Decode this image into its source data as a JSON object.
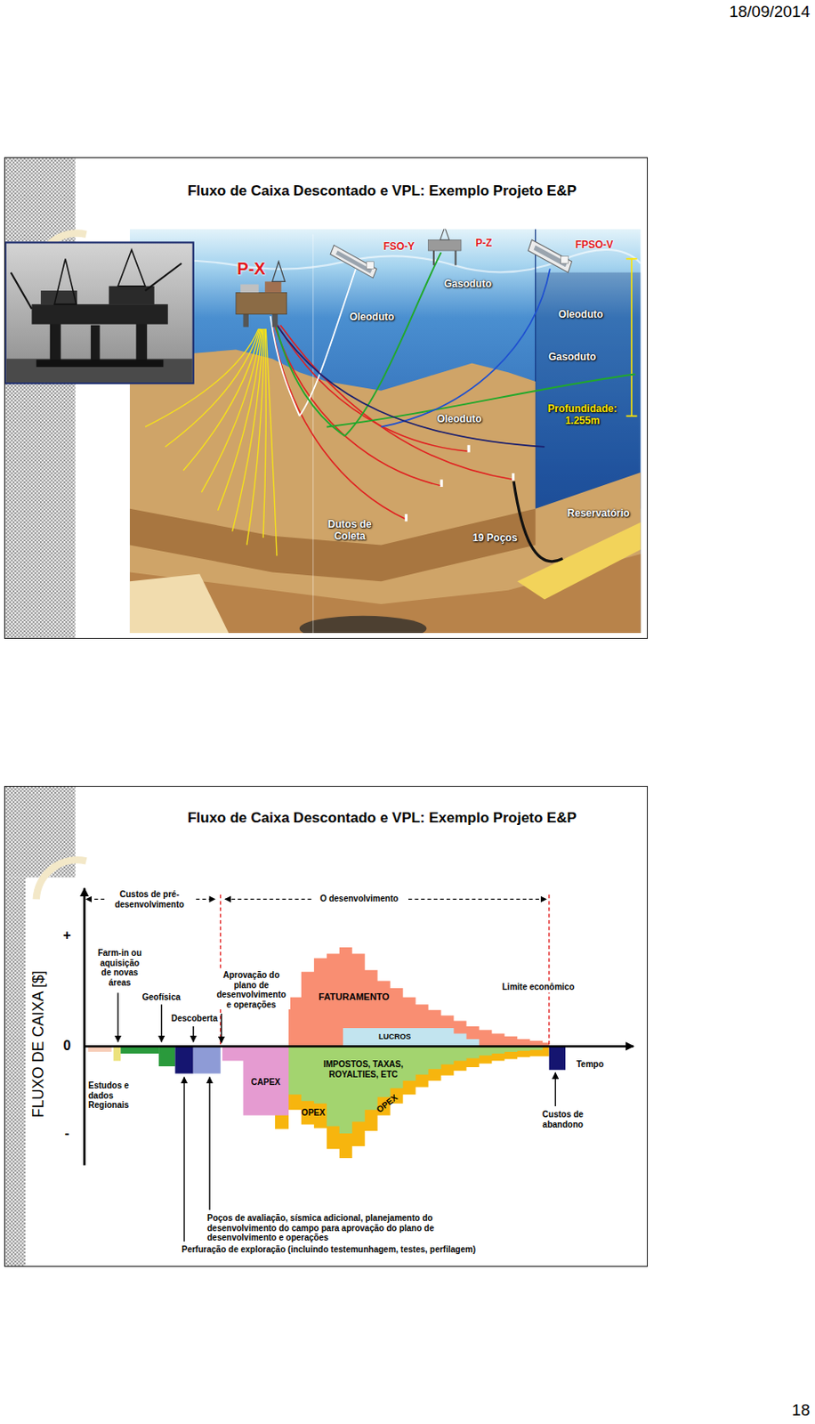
{
  "diagram": {
    "nodes": [
      {
        "text": [
          "Fluxo de Caixa Descontado e VPL: Exemplo Projeto E&P"
        ]
      },
      {
        "text": [
          "Fluxo de Caixa Descontado e VPL: Exemplo Projeto E&P"
        ]
      }
    ],
    "labels": [
      "18/09/2014",
      "P-X",
      "FSO-Y",
      "P-Z",
      "FPSO-V",
      "Gasoduto",
      "Oleoduto",
      "Oleoduto",
      "Gasoduto",
      "Profundidade: 1.255m",
      "Oleoduto",
      "Dutos de Coleta",
      "19 Poços",
      "Reservatório",
      "Custos de pré-desenvolvimento",
      "O desenvolvimento",
      "FLUXO DE CAIXA [$]",
      "+",
      "0",
      "-",
      "Farm-in ou aquisição de novas áreas",
      "Geofísica",
      "Descoberta",
      "Aprovação do plano de desenvolvimento e operações",
      "FATURAMENTO",
      "Limite econômico",
      "LUCROS",
      "IMPOSTOS, TAXAS, ROYALTIES, ETC",
      "CAPEX",
      "OPEX",
      "OPEX",
      "Tempo",
      "Estudos e dados Regionais",
      "Custos de abandono",
      "Poços de avaliação, sísmica adicional, planejamento do desenvolvimento do campo para aprovação do plano de desenvolvimento e operações",
      "Perfuração de exploração (incluindo testemunhagem, testes, perfilagem)",
      "18"
    ]
  }
}
